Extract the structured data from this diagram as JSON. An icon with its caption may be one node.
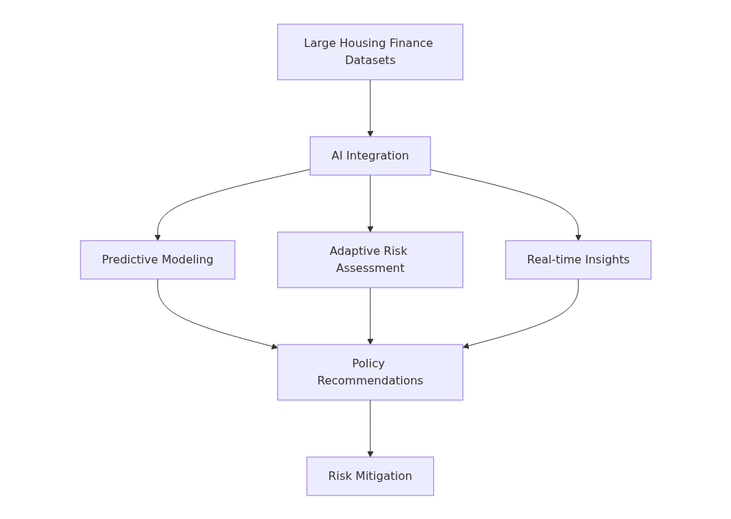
{
  "diagram": {
    "nodes": [
      {
        "text": [
          "Large Housing Finance Datasets"
        ]
      },
      {
        "text": [
          "AI Integration"
        ]
      },
      {
        "text": [
          "Predictive Modeling"
        ]
      },
      {
        "text": [
          "Adaptive Risk Assessment"
        ]
      },
      {
        "text": [
          "Real-time Insights"
        ]
      },
      {
        "text": [
          "Policy Recommendations"
        ]
      },
      {
        "text": [
          "Risk Mitigation"
        ]
      }
    ],
    "edges": [
      {
        "from": 0,
        "to": 1,
        "arrow": "to"
      },
      {
        "from": 1,
        "to": 2,
        "arrow": "to"
      },
      {
        "from": 1,
        "to": 3,
        "arrow": "to"
      },
      {
        "from": 1,
        "to": 4,
        "arrow": "to"
      },
      {
        "from": 2,
        "to": 5,
        "arrow": "to"
      },
      {
        "from": 3,
        "to": 5,
        "arrow": "to"
      },
      {
        "from": 4,
        "to": 5,
        "arrow": "to"
      },
      {
        "from": 5,
        "to": 6,
        "arrow": "to"
      }
    ]
  }
}
